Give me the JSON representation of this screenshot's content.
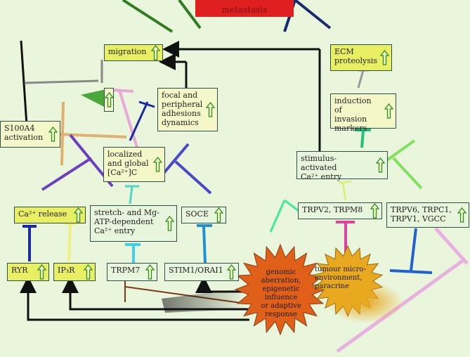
{
  "title": "metastasis",
  "nodes": {
    "migration": "migration",
    "s100a4": "S100A4\nactivation",
    "focal": "focal and\nperipheral\nadhesions\ndynamics",
    "ecm": "ECM\nproteolysis",
    "invasion": "induction of\ninvasion\nmarkers",
    "calcium_c": "localized\nand global\n[Ca²⁺]C",
    "stimulus": "stimulus-activated\nCa²⁺ entry",
    "ca_release": "Ca²⁺ release",
    "stretch": "stretch- and Mg-\nATP-dependent\nCa²⁺ entry",
    "soce": "SOCE",
    "trpv2": "TRPV2, TRPM8",
    "trpv6": "TRPV6, TRPC1,\nTRPV1, VGCC",
    "ryr": "RYR",
    "ip3r": "IP₃R",
    "trpm7": "TRPM7",
    "stim1": "STIM1/ORAI1",
    "genomic": "genomic\naberration,\nepigenetic\ninfluence\nor adaptive\nresponse",
    "tumour": "tumour micro-\nenvironment,\nparacrine"
  },
  "colors": {
    "arrow_green": "#2e8b1e",
    "yellow_box": "#e8ef62",
    "red_title": "#e02020",
    "star_orange": "#e0601a",
    "star_gold": "#e8a820"
  }
}
